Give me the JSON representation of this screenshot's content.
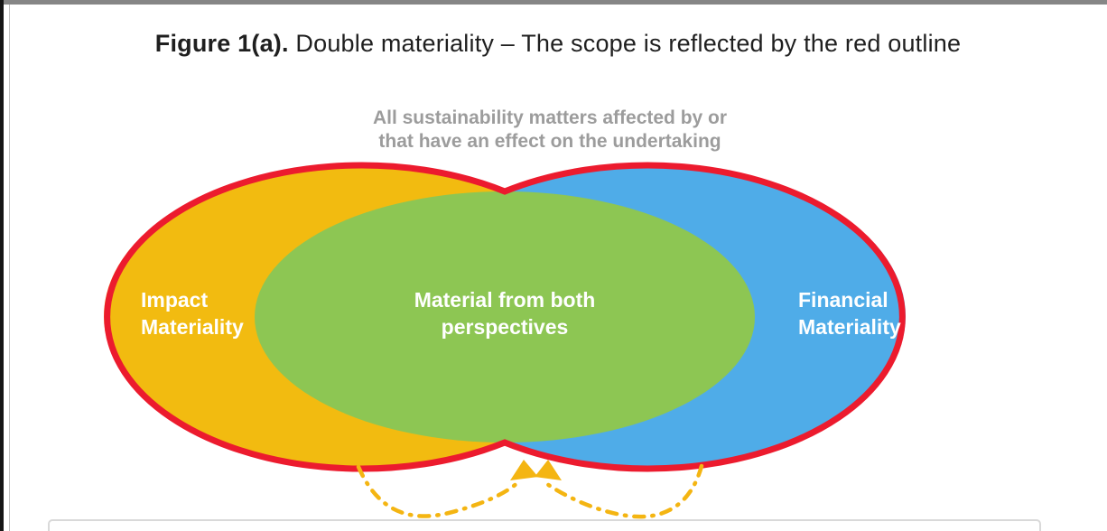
{
  "figure": {
    "title_bold": "Figure 1(a).",
    "title_rest": " Double materiality – The scope is reflected by the red outline"
  },
  "diagram": {
    "subtitle_line1": "All sustainability matters affected by or",
    "subtitle_line2": "that have an effect on the undertaking",
    "impact_label_line1": "Impact",
    "impact_label_line2": "Materiality",
    "overlap_label_line1": "Material from both",
    "overlap_label_line2": "perspectives",
    "financial_label_line1": "Financial",
    "financial_label_line2": "Materiality",
    "colors": {
      "impact_fill": "#F2BB10",
      "financial_fill": "#4FACE8",
      "overlap_fill": "#8DC653",
      "scope_outline": "#EC1B2E",
      "arrow_yellow": "#F4B512",
      "subtitle_gray": "#9C9C9C"
    }
  }
}
